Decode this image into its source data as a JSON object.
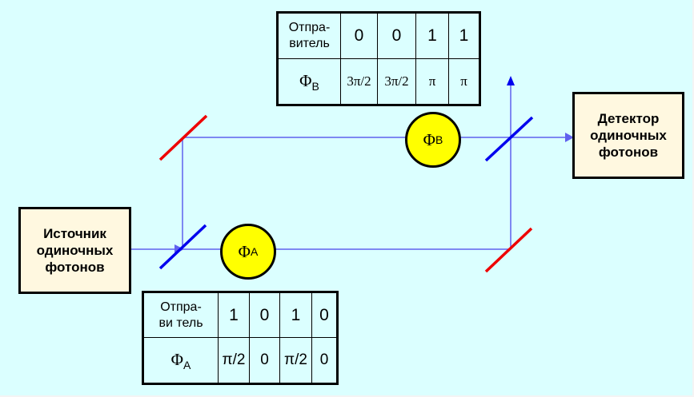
{
  "source": {
    "lines": [
      "Источник",
      "одиночных",
      "фотонов"
    ]
  },
  "detector": {
    "lines": [
      "Детектор",
      "одиночных",
      "фотонов"
    ]
  },
  "phase_shifters": {
    "A": {
      "symbol": "Φ",
      "subscript": "A"
    },
    "B": {
      "symbol": "Φ",
      "subscript": "B"
    }
  },
  "table_B": {
    "header_lines": [
      "Отпра-",
      "витель"
    ],
    "sender_bits": [
      "0",
      "0",
      "1",
      "1"
    ],
    "phase_symbol": "Φ",
    "phase_subscript": "B",
    "phases": [
      "3π/2",
      "3π/2",
      "π",
      "π"
    ]
  },
  "table_A": {
    "header_lines": [
      "Отпра-",
      "ви тель"
    ],
    "sender_bits": [
      "1",
      "0",
      "1",
      "0"
    ],
    "phase_symbol": "Φ",
    "phase_subscript": "A",
    "phases": [
      "π/2",
      "0",
      "π/2",
      "0"
    ]
  },
  "colors": {
    "background": "#dbffff",
    "beam": "#6060ee",
    "beam_splitter": "#0000ee",
    "mirror": "#ee0000",
    "phase_shifter": "#ffff00",
    "box_fill": "#fff8e0"
  }
}
